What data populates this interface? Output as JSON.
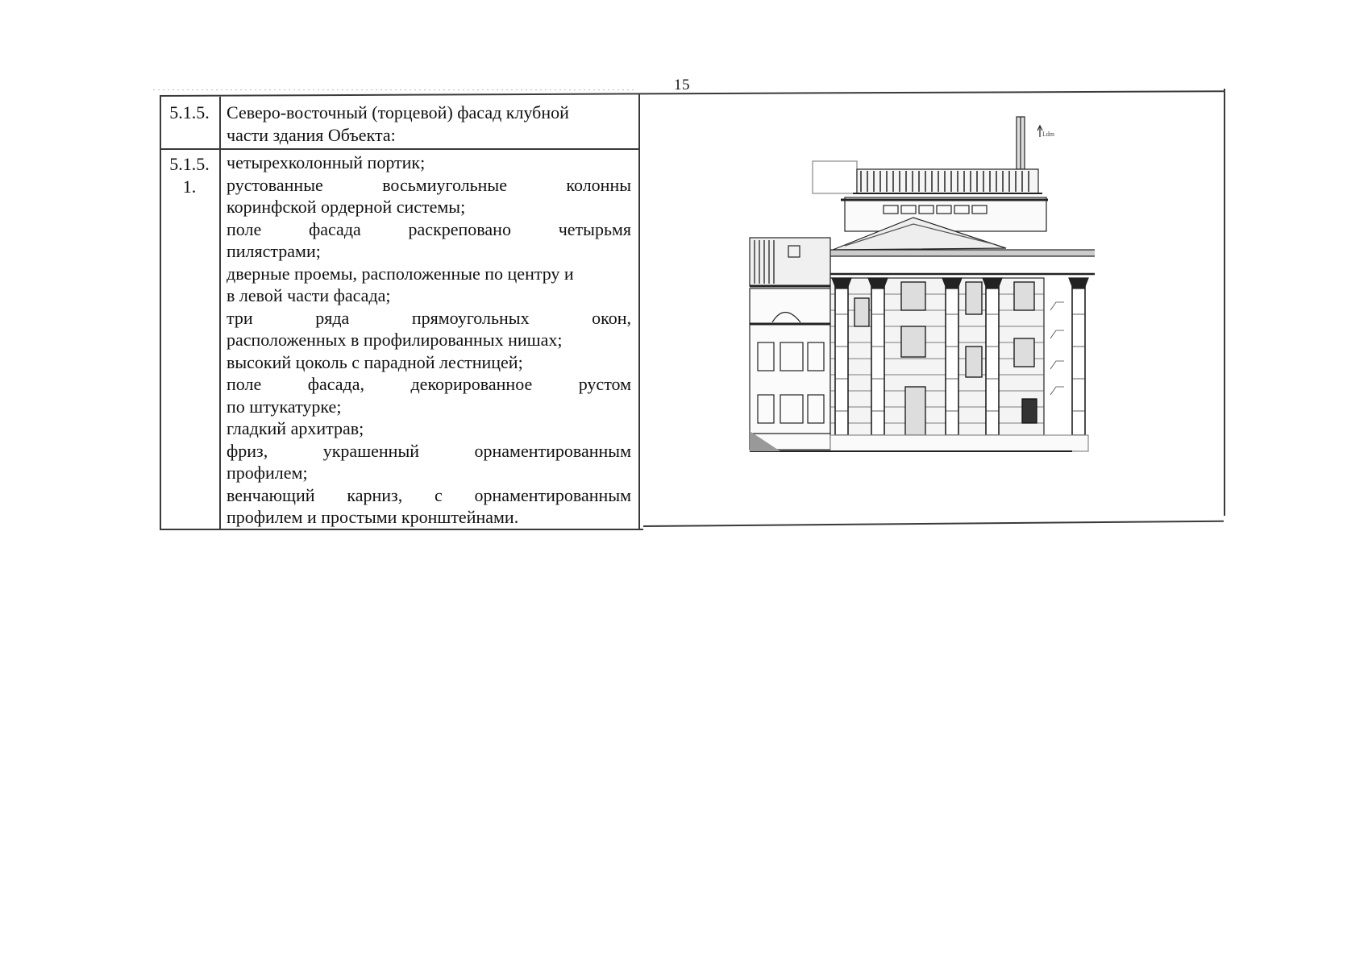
{
  "page": {
    "number": "15"
  },
  "table": {
    "rows": [
      {
        "num": "5.1.5.",
        "text_lines": [
          "Северо-восточный (торцевой) фасад клубной",
          "части здания Объекта:"
        ]
      },
      {
        "num_lines": [
          "5.1.5.",
          "1."
        ],
        "items": [
          "четырехколонный портик;",
          "рустованные восьмиугольные колонны коринфской ордерной системы;",
          "поле фасада раскреповано четырьмя пилястрами;",
          "дверные проемы, расположенные по центру и в левой части фасада;",
          "три ряда прямоугольных окон, расположенных в профилированных нишах;",
          "высокий цоколь с парадной лестницей;",
          "поле фасада, декорированное рустом по штукатурке;",
          "гладкий архитрав;",
          "фриз, украшенный орнаментированным профилем;",
          "венчающий карниз, с орнаментированным профилем и простыми кронштейнами."
        ],
        "rendered_lines": [
          [
            "четырехколонный портик;"
          ],
          [
            "рустованные",
            "восьмиугольные",
            "колонны"
          ],
          [
            "коринфской ордерной системы;"
          ],
          [
            "поле",
            "фасада",
            "раскреповано",
            "четырьмя"
          ],
          [
            "пилястрами;"
          ],
          [
            "дверные проемы, расположенные по центру и"
          ],
          [
            "в левой части фасада;"
          ],
          [
            "три",
            "ряда",
            "прямоугольных",
            "окон,"
          ],
          [
            "расположенных в профилированных нишах;"
          ],
          [
            "высокий цоколь с парадной лестницей;"
          ],
          [
            "поле",
            "фасада,",
            "декорированное",
            "рустом"
          ],
          [
            "по штукатурке;"
          ],
          [
            "гладкий архитрав;"
          ],
          [
            "фриз,",
            "украшенный",
            "орнаментированным"
          ],
          [
            "профилем;"
          ],
          [
            "венчающий",
            "карниз,",
            "с",
            "орнаментированным"
          ],
          [
            "профилем и простыми кронштейнами."
          ]
        ]
      }
    ],
    "image": {
      "description": "Архитектурный чертеж северо-восточного фасада: четырехколонный коринфский портик с рустованной стеной",
      "annotation": "Ldm"
    }
  }
}
